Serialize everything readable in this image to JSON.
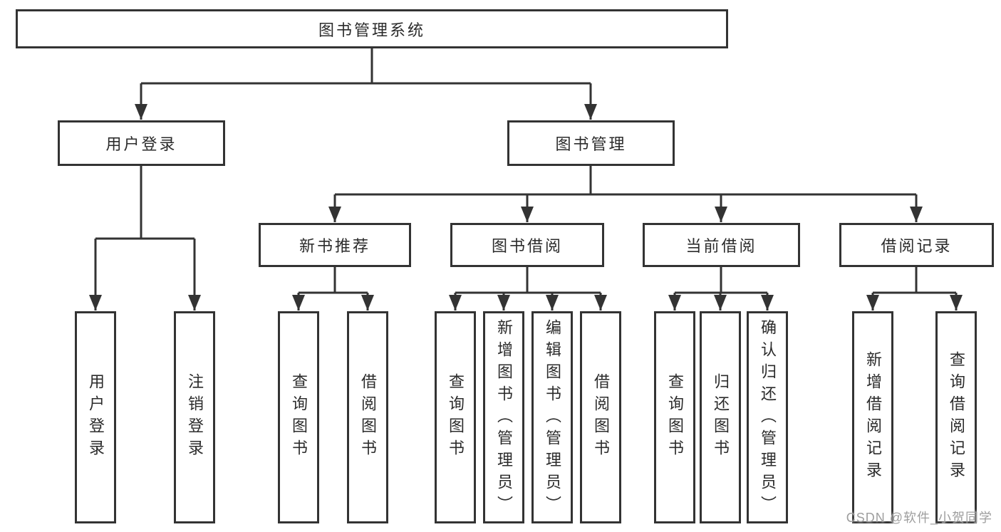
{
  "nodes": {
    "root": "图书管理系统",
    "level1": [
      {
        "label": "用户登录"
      },
      {
        "label": "图书管理"
      }
    ],
    "level2": [
      {
        "label": "新书推荐"
      },
      {
        "label": "图书借阅"
      },
      {
        "label": "当前借阅"
      },
      {
        "label": "借阅记录"
      }
    ],
    "leafGroups": [
      {
        "parent": "用户登录",
        "items": [
          "用户登录",
          "注销登录"
        ]
      },
      {
        "parent": "新书推荐",
        "items": [
          "查询图书",
          "借阅图书"
        ]
      },
      {
        "parent": "图书借阅",
        "items": [
          "查询图书",
          "新增图书（管理员）",
          "编辑图书（管理员）",
          "借阅图书"
        ]
      },
      {
        "parent": "当前借阅",
        "items": [
          "查询图书",
          "归还图书",
          "确认归还（管理员）"
        ]
      },
      {
        "parent": "借阅记录",
        "items": [
          "新增借阅记录",
          "查询借阅记录"
        ]
      }
    ]
  },
  "watermark": "CSDN @软件_小贺同学",
  "colors": {
    "line": "#333333",
    "text": "#2b2b2b",
    "watermark": "#9e9e9e",
    "background": "#ffffff"
  }
}
